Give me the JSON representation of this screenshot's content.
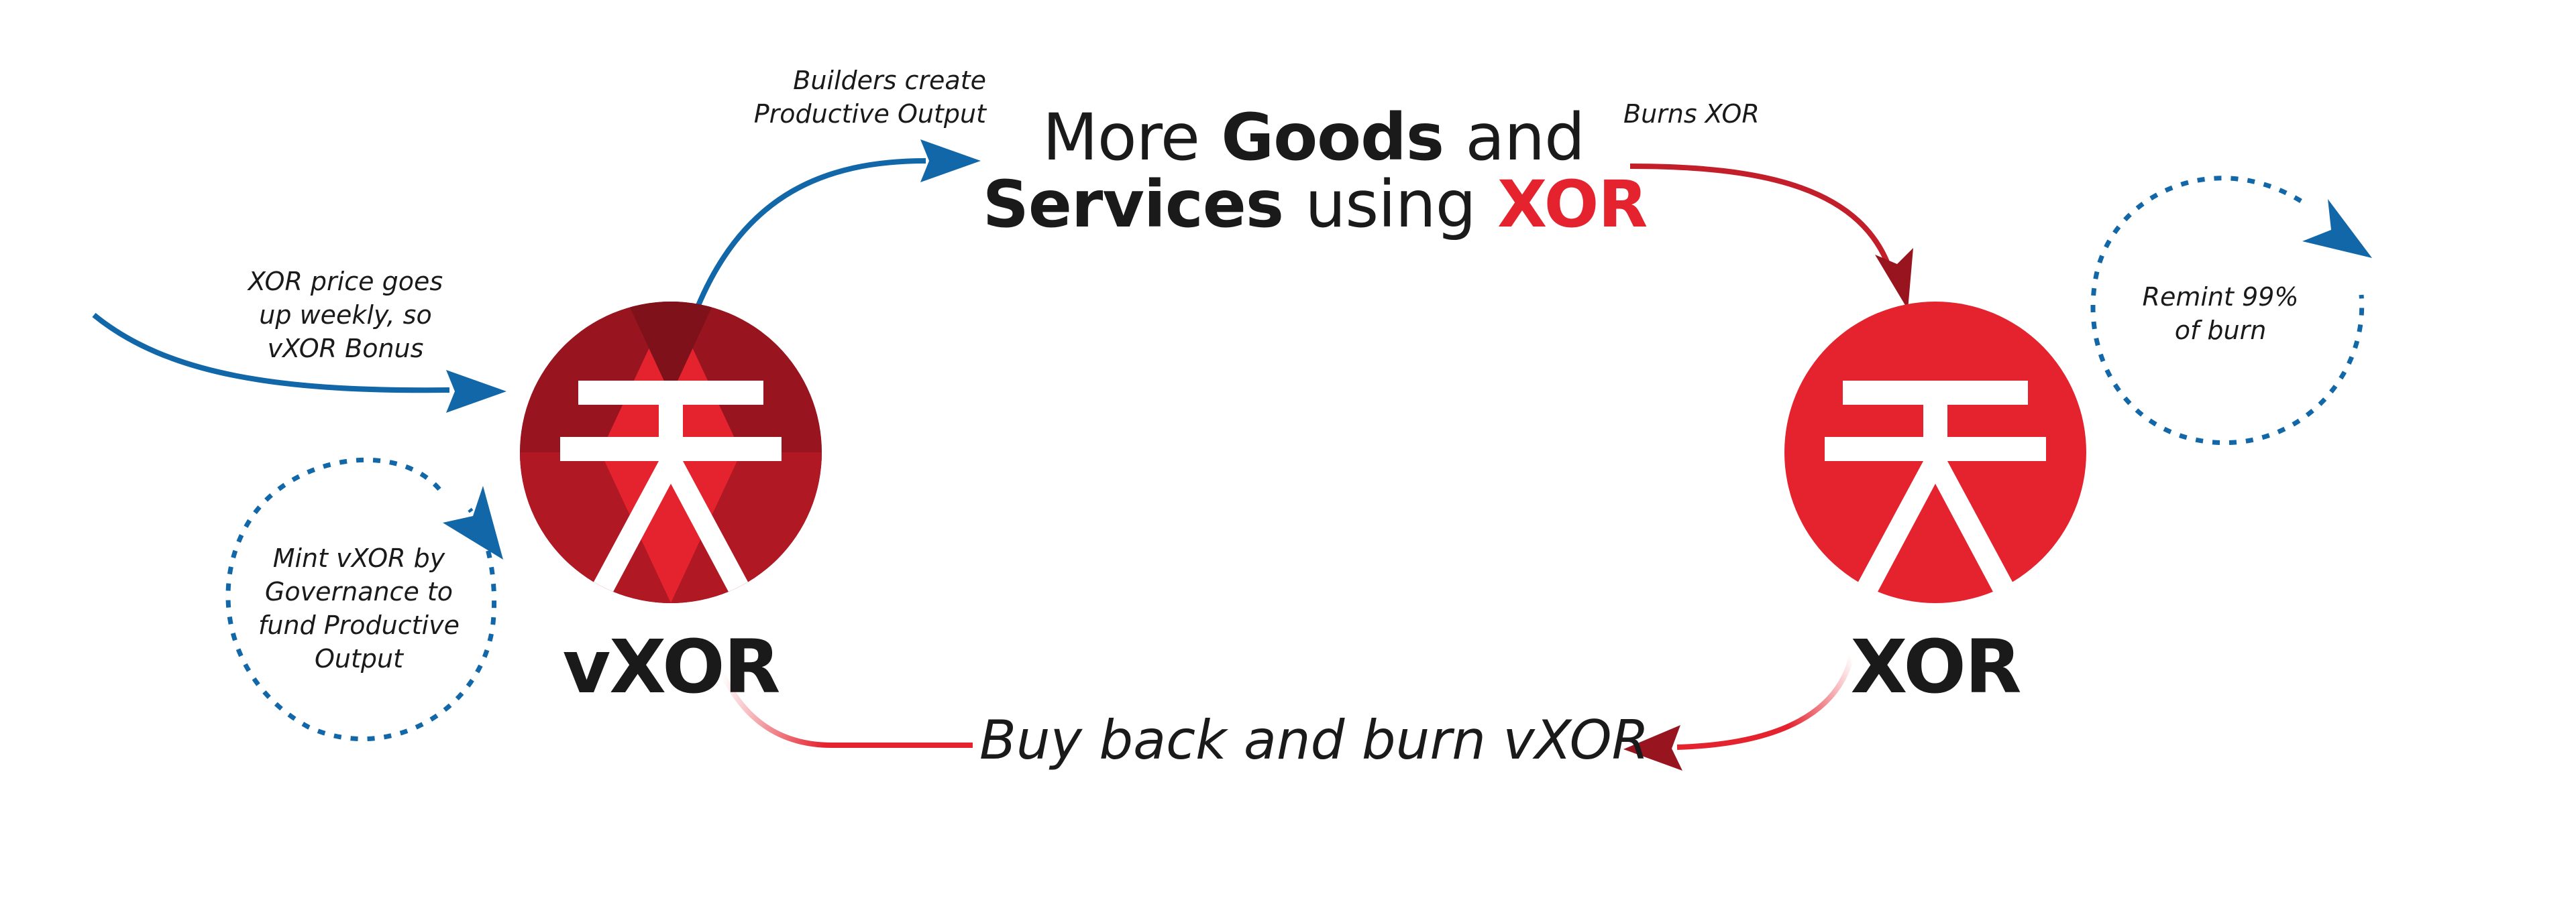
{
  "title": {
    "line1_a": "More",
    "line1_b": "Goods",
    "line1_c": "and",
    "line2_a": "Services",
    "line2_b": "using",
    "line2_c": "XOR"
  },
  "labels": {
    "builders_1": "Builders create",
    "builders_2": "Productive Output",
    "burns": "Burns XOR",
    "price_1": "XOR price goes",
    "price_2": "up weekly, so",
    "price_3": "vXOR Bonus",
    "mint_1": "Mint vXOR by",
    "mint_2": "Governance to",
    "mint_3": "fund Productive",
    "mint_4": "Output",
    "remint_1": "Remint 99%",
    "remint_2": "of burn",
    "buyback": "Buy back and burn vXOR"
  },
  "coins": {
    "left": "vXOR",
    "right": "XOR"
  },
  "colors": {
    "blue": "#1167a8",
    "red": "#e4232f",
    "dark_red": "#98151f",
    "text": "#1a1a1a"
  }
}
